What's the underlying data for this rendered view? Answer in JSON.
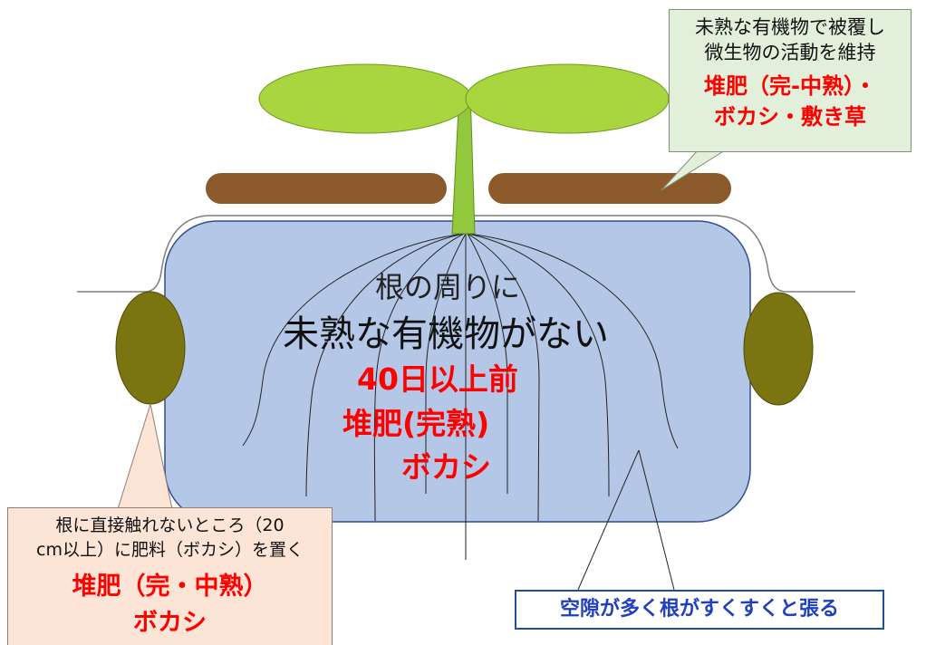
{
  "diagram": {
    "callout_top_right": {
      "line1": "未熟な有機物で被覆し",
      "line2": "微生物の活動を維持",
      "red_line1": "堆肥（完-中熟）・",
      "red_line2": "ボカシ・敷き草"
    },
    "center": {
      "line1": "根の周りに",
      "line2": "未熟な有機物がない",
      "red_line1": "40日以上前",
      "red_line2": "堆肥(完熟)",
      "red_line3": "ボカシ"
    },
    "callout_bottom_left": {
      "line1": "根に直接触れないところ（20",
      "line2": "cm以上）に肥料（ボカシ）を置く",
      "red_line1": "堆肥（完・中熟）",
      "red_line2": "ボカシ"
    },
    "label_bottom_right": "空隙が多く根がすくすくと張る"
  },
  "colors": {
    "leaf": "#a9d63f",
    "stem": "#92c83e",
    "mulch": "#8c5a2b",
    "soil_zone": "#b4c7e7",
    "fertilizer_clump": "#7a7510",
    "callout_green": "#e2efda",
    "callout_peach": "#fce4d6",
    "red_text": "#ff0000",
    "blue_text": "#1f3fbf"
  }
}
